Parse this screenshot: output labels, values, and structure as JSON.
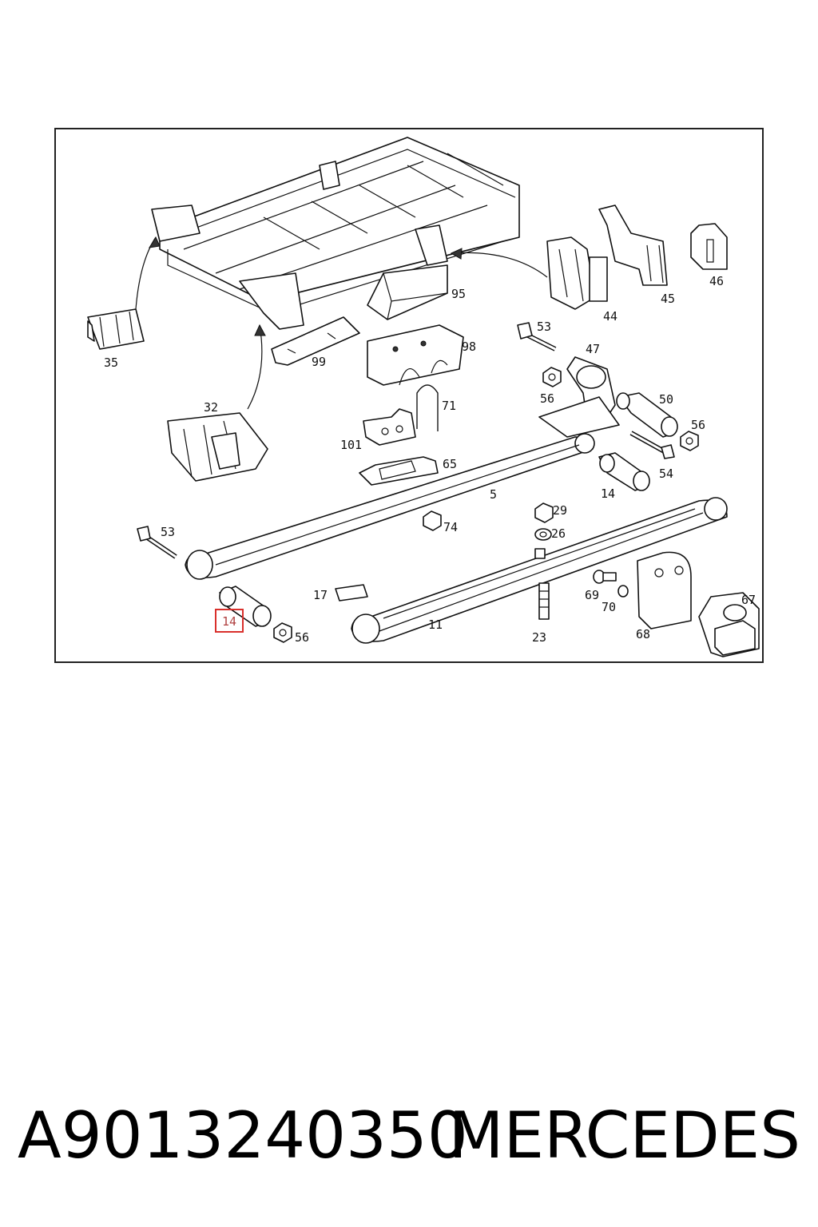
{
  "diagram": {
    "labels": {
      "l35": "35",
      "l32": "32",
      "l99": "99",
      "l95": "95",
      "l98": "98",
      "l44": "44",
      "l45": "45",
      "l46": "46",
      "l53a": "53",
      "l47": "47",
      "l56a": "56",
      "l50": "50",
      "l56b": "56",
      "l54": "54",
      "l14a": "14",
      "l71": "71",
      "l101": "101",
      "l65": "65",
      "l5": "5",
      "l74": "74",
      "l29": "29",
      "l26": "26",
      "l53b": "53",
      "l17": "17",
      "l11": "11",
      "l23": "23",
      "l69": "69",
      "l70": "70",
      "l68": "68",
      "l67": "67",
      "l56c": "56",
      "l14b": "14"
    },
    "highlighted_part": "14",
    "highlight_color": "#d9302c"
  },
  "footer": {
    "part_number": "A9013240350",
    "brand": "MERCEDES"
  }
}
